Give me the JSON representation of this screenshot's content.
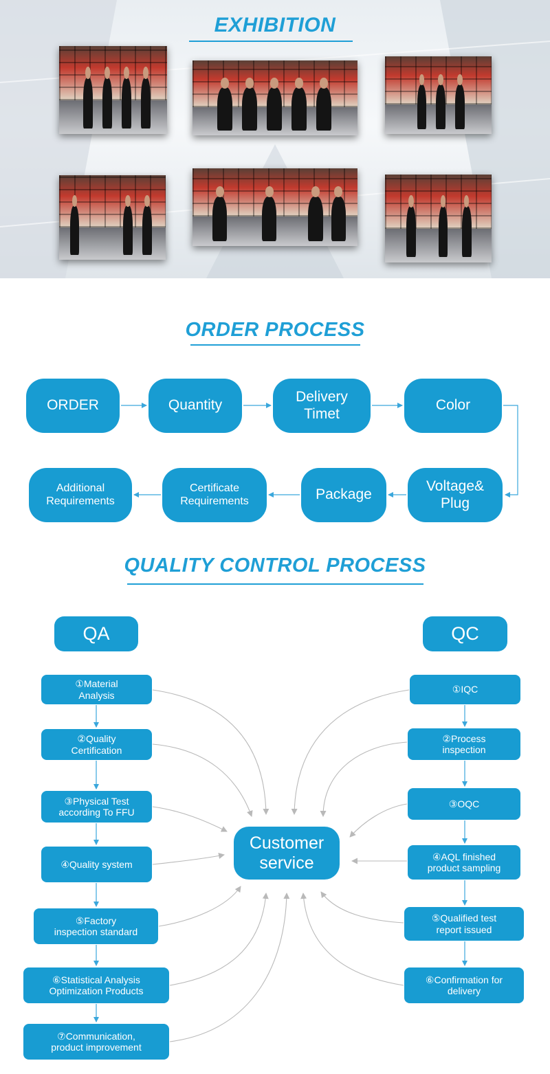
{
  "exhibition": {
    "title": "EXHIBITION",
    "photo_count": 6
  },
  "order_process": {
    "title": "ORDER PROCESS",
    "steps": [
      "ORDER",
      "Quantity",
      "Delivery\nTimet",
      "Color",
      "Voltage&\nPlug",
      "Package",
      "Certificate\nRequirements",
      "Additional\nRequirements"
    ]
  },
  "quality_control": {
    "title": "QUALITY CONTROL PROCESS",
    "qa_label": "QA",
    "qc_label": "QC",
    "customer_service": "Customer\nservice",
    "qa_steps": [
      "①Material\nAnalysis",
      "②Quality\nCertification",
      "③Physical Test\naccording To FFU",
      "④Quality system",
      "⑤Factory\ninspection standard",
      "⑥Statistical Analysis\nOptimization Products",
      "⑦Communication,\nproduct improvement"
    ],
    "qc_steps": [
      "①IQC",
      "②Process\ninspection",
      "③OQC",
      "④AQL finished\nproduct sampling",
      "⑤Qualified test\nreport issued",
      "⑥Confirmation for\ndelivery"
    ]
  },
  "colors": {
    "accent": "#189cd2",
    "title": "#1f9fd6",
    "arrow_blue": "#3aa7dc",
    "arrow_gray": "#b9b9b9"
  }
}
